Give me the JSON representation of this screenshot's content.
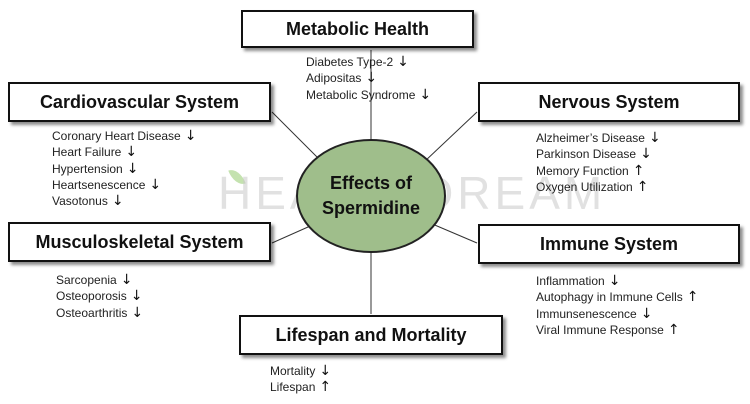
{
  "center": {
    "label": "Effects of\nSpermidine"
  },
  "watermark": "HEALTHDREAM",
  "categories": {
    "metabolic": {
      "title": "Metabolic Health",
      "items": [
        {
          "text": "Diabetes Type-2",
          "arrow": "↓"
        },
        {
          "text": "Adipositas",
          "arrow": "↓"
        },
        {
          "text": "Metabolic Syndrome",
          "arrow": "↓"
        }
      ]
    },
    "cardiovascular": {
      "title": "Cardiovascular System",
      "items": [
        {
          "text": "Coronary Heart Disease",
          "arrow": "↓"
        },
        {
          "text": "Heart Failure",
          "arrow": "↓"
        },
        {
          "text": "Hypertension",
          "arrow": "↓"
        },
        {
          "text": "Heartsenescence",
          "arrow": "↓"
        },
        {
          "text": "Vasotonus",
          "arrow": "↓"
        }
      ]
    },
    "nervous": {
      "title": "Nervous System",
      "items": [
        {
          "text": "Alzheimer’s Disease",
          "arrow": "↓"
        },
        {
          "text": "Parkinson Disease",
          "arrow": "↓"
        },
        {
          "text": "Memory Function",
          "arrow": "↑"
        },
        {
          "text": "Oxygen Utilization",
          "arrow": "↑"
        }
      ]
    },
    "musculoskeletal": {
      "title": "Musculoskeletal System",
      "items": [
        {
          "text": "Sarcopenia",
          "arrow": "↓"
        },
        {
          "text": "Osteoporosis",
          "arrow": "↓"
        },
        {
          "text": "Osteoarthritis",
          "arrow": "↓"
        }
      ]
    },
    "immune": {
      "title": "Immune System",
      "items": [
        {
          "text": "Inflammation",
          "arrow": "↓"
        },
        {
          "text": "Autophagy in Immune Cells",
          "arrow": "↑"
        },
        {
          "text": "Immunsenescence",
          "arrow": "↓"
        },
        {
          "text": "Viral Immune Response",
          "arrow": "↑"
        }
      ]
    },
    "lifespan": {
      "title": "Lifespan and Mortality",
      "items": [
        {
          "text": "Mortality",
          "arrow": "↓"
        },
        {
          "text": "Lifespan",
          "arrow": "↑"
        }
      ]
    }
  },
  "colors": {
    "center_fill": "#9fbe8b",
    "border": "#111111",
    "text": "#222222"
  }
}
